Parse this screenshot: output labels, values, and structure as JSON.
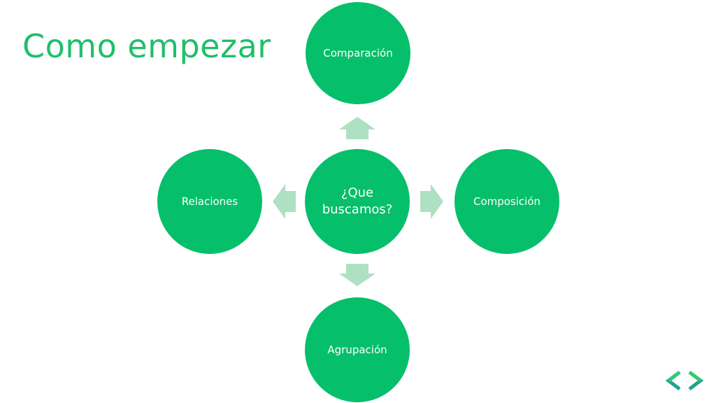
{
  "slide": {
    "title": "Como empezar"
  },
  "diagram": {
    "center": "¿Que buscamos?",
    "top": "Comparación",
    "right": "Composición",
    "bottom": "Agrupación",
    "left": "Relaciones"
  },
  "colors": {
    "title": "#1fbf6a",
    "node": "#06bf6b",
    "arrow": "#aee0c2",
    "nav_dark": "#1ea38f",
    "nav_light": "#2ecc71"
  },
  "icons": {
    "prev": "chevron-left-icon",
    "next": "chevron-right-icon"
  }
}
